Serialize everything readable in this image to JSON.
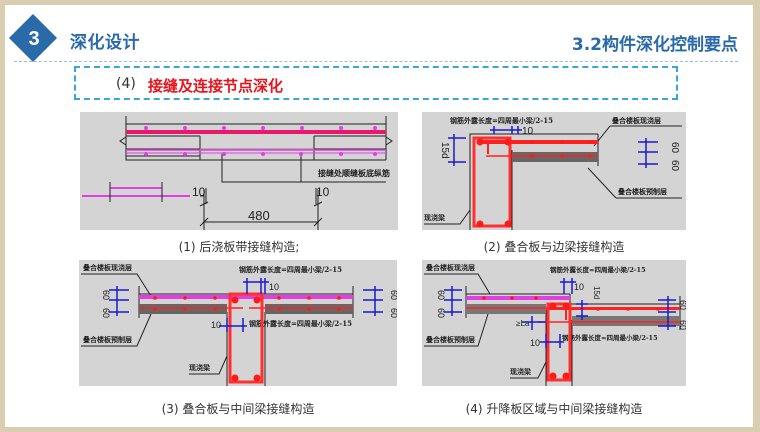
{
  "header": {
    "section_number": "3",
    "section_title": "深化设计",
    "subsection_title": "3.2构件深化控制要点"
  },
  "callout": {
    "number": "(4)",
    "title": "接缝及连接节点深化"
  },
  "colors": {
    "brand_blue": "#2a6aa8",
    "callout_border": "#39a8d8",
    "accent_red": "#e8141c",
    "rebar_magenta": "#e040e0",
    "rebar_red": "#ff1a1a",
    "dimension_blue": "#1a1acc",
    "frame": "#d9cdb2"
  },
  "figures": [
    {
      "caption": "(1) 后浇板带接缝构造;",
      "labels": {
        "bottom_rebar": "接缝处顺缝板底纵筋",
        "dim_left": "10",
        "dim_right": "10",
        "dim_width": "480"
      }
    },
    {
      "caption": "(2) 叠合板与边梁接缝构造",
      "labels": {
        "rebar_length": "钢筋外露长度=四周最小梁/2-15",
        "dim_10": "10",
        "dim_15d": "15d",
        "cast_layer": "叠合楼板现浇层",
        "precast_layer": "叠合楼板预制层",
        "dim_60_top": "60",
        "dim_60_bottom": "60",
        "beam": "现浇梁"
      }
    },
    {
      "caption": "(3) 叠合板与中间梁接缝构造",
      "labels": {
        "cast_layer": "叠合楼板现浇层",
        "precast_layer": "叠合楼板预制层",
        "rebar_length_top": "钢筋外露长度=四周最小梁/2-15",
        "rebar_length_bottom": "钢筋外露长度=四周最小梁/2-15",
        "dim_10_top": "10",
        "dim_10_bottom": "10",
        "dim_60_l1": "60",
        "dim_60_l2": "60",
        "dim_60_r1": "60",
        "dim_60_r2": "60",
        "beam": "现浇梁"
      }
    },
    {
      "caption": "(4) 升降板区域与中间梁接缝构造",
      "labels": {
        "cast_layer": "叠合楼板现浇层",
        "precast_layer": "叠合楼板预制层",
        "rebar_length_top": "钢筋外露长度=四周最小梁/2-15",
        "rebar_length_bottom": "钢筋外露长度=四周最小梁/2-15",
        "dim_10_top": "10",
        "dim_10_bottom": "10",
        "dim_15d": "15d",
        "dim_la": "≥La",
        "dim_60_l1": "60",
        "dim_60_l2": "60",
        "dim_60_r1": "60",
        "dim_60_r2": "60",
        "beam": "现浇梁"
      }
    }
  ]
}
